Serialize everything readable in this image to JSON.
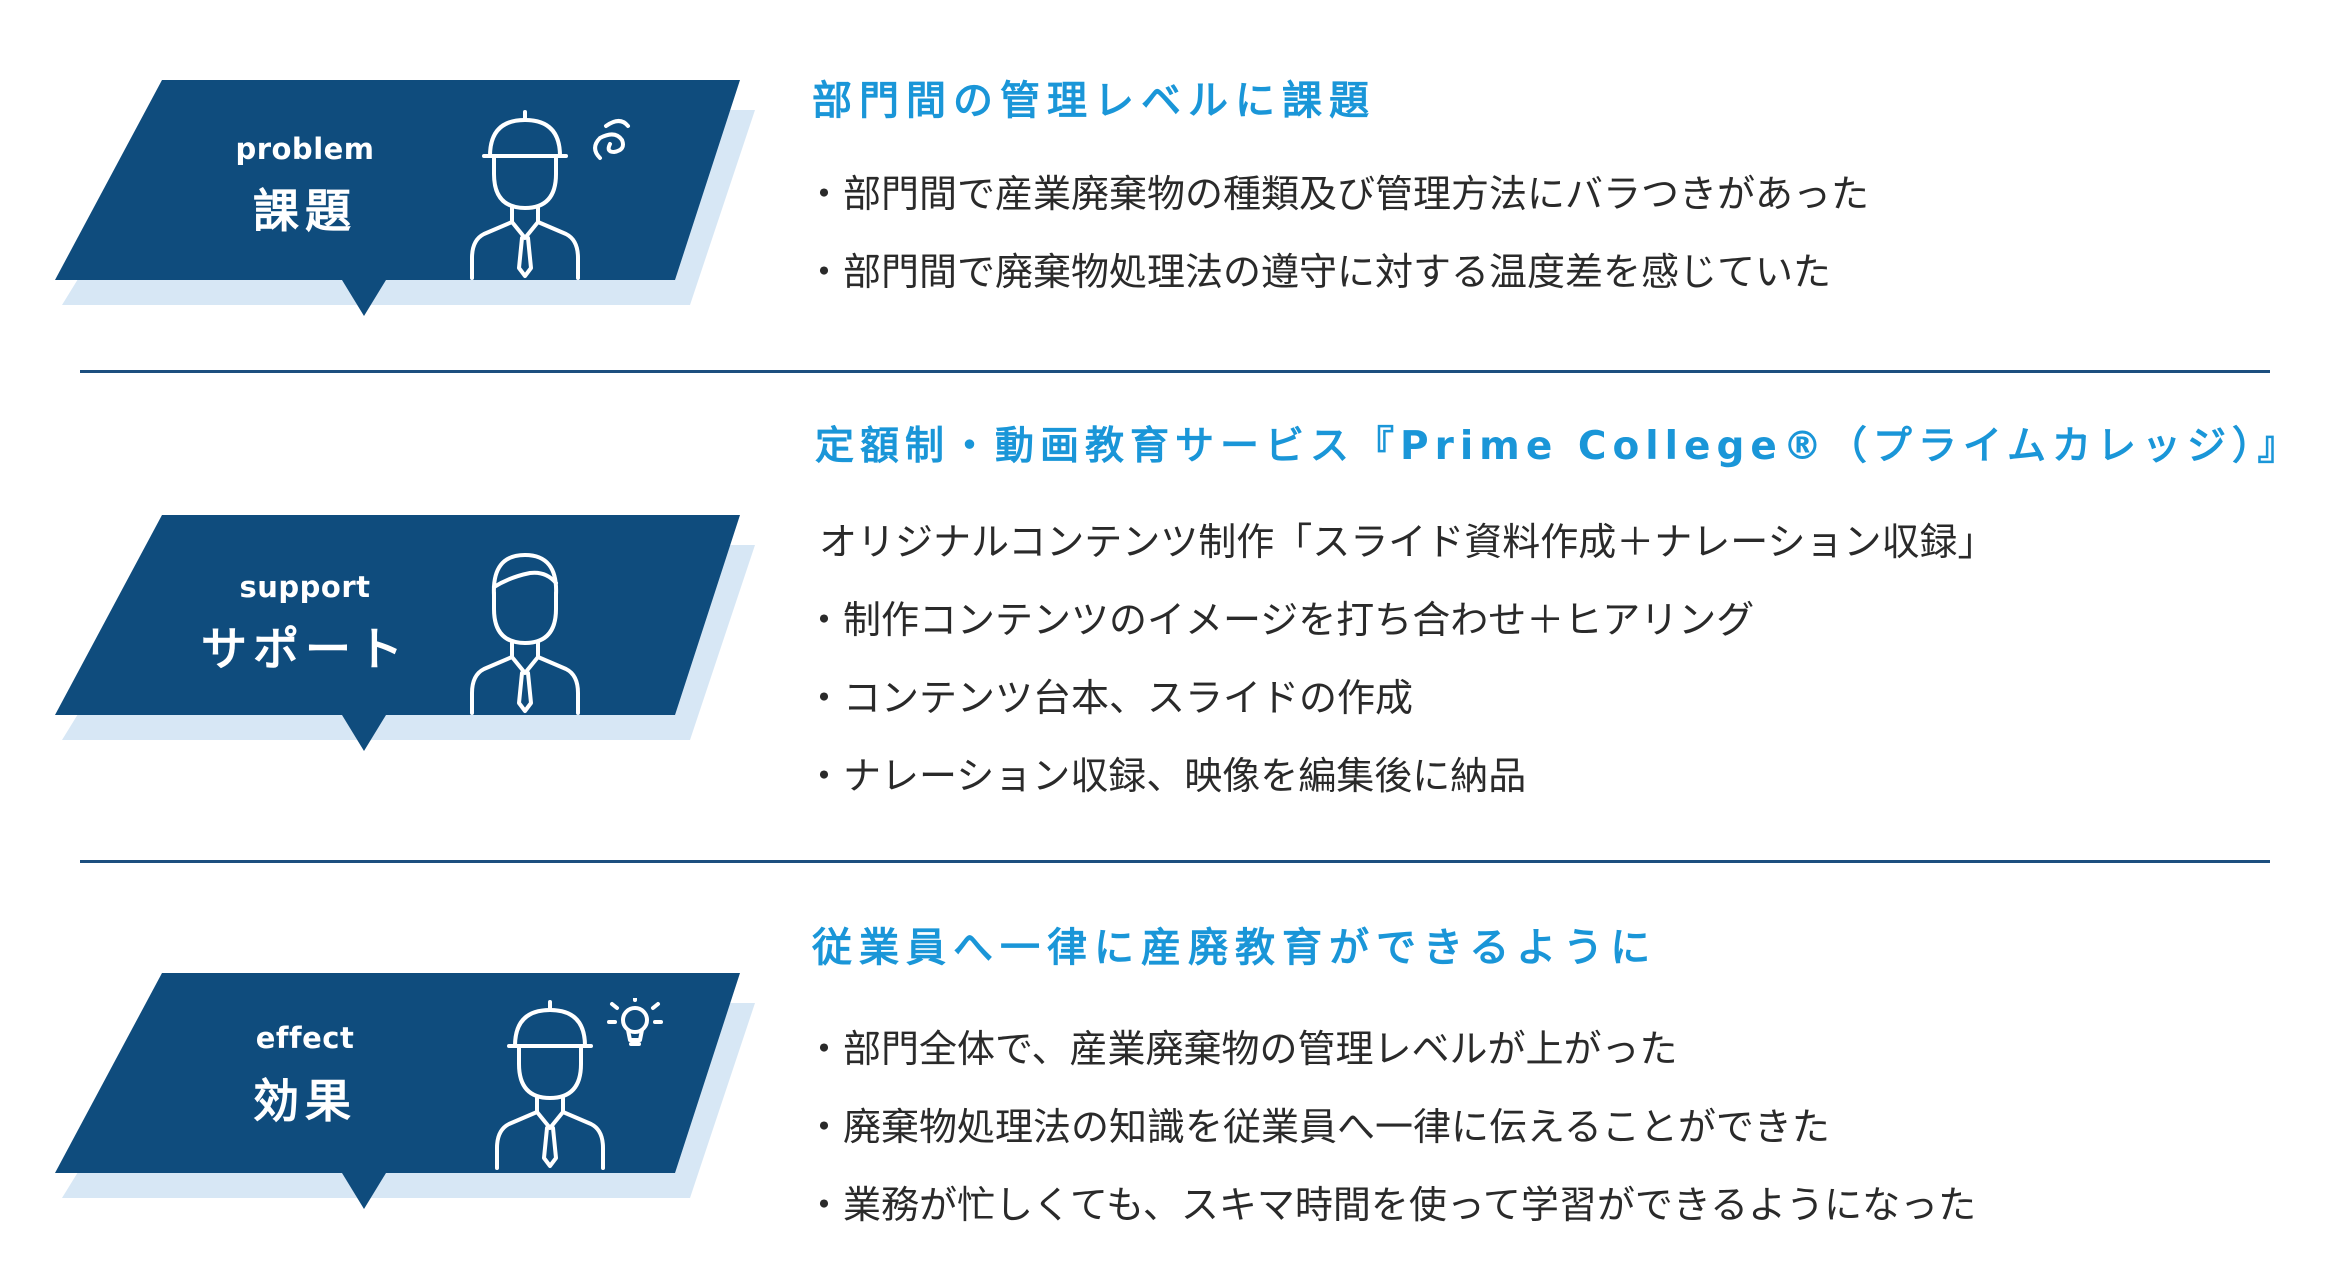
{
  "colors": {
    "badge_fill": "#0f4c7d",
    "badge_shadow": "#d7e7f5",
    "heading": "#1a96d8",
    "body_text": "#2a2a2a",
    "divider": "#1c4f7f"
  },
  "sections": [
    {
      "badge_en": "problem",
      "badge_ja": "課題",
      "icon": "worker-with-helmet-confused-icon",
      "heading": "部門間の管理レベルに課題",
      "items": [
        "・部門間で産業廃棄物の種類及び管理方法にバラつきがあった",
        "・部門間で廃棄物処理法の遵守に対する温度差を感じていた"
      ]
    },
    {
      "badge_en": "support",
      "badge_ja": "サポート",
      "icon": "businessman-icon",
      "heading": "定額制・動画教育サービス『Prime College®（プライムカレッジ）』",
      "items": [
        "オリジナルコンテンツ制作「スライド資料作成＋ナレーション収録」",
        "・制作コンテンツのイメージを打ち合わせ＋ヒアリング",
        "・コンテンツ台本、スライドの作成",
        "・ナレーション収録、映像を編集後に納品"
      ]
    },
    {
      "badge_en": "effect",
      "badge_ja": "効果",
      "icon": "worker-with-helmet-lightbulb-icon",
      "heading": "従業員へ一律に産廃教育ができるように",
      "items": [
        "・部門全体で、産業廃棄物の管理レベルが上がった",
        "・廃棄物処理法の知識を従業員へ一律に伝えることができた",
        "・業務が忙しくても、スキマ時間を使って学習ができるようになった"
      ]
    }
  ]
}
